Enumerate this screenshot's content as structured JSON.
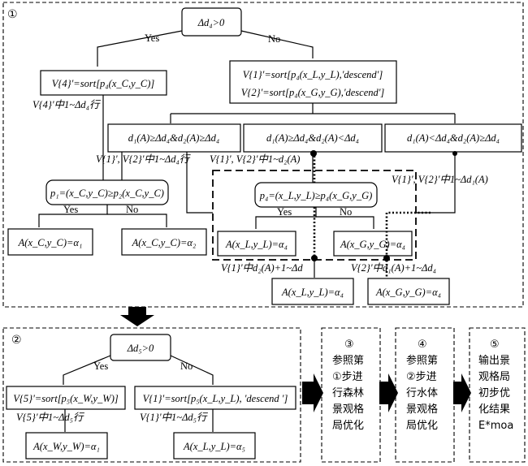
{
  "stage1": {
    "marker": "①",
    "cond_top": "Δd₄>0",
    "yes": "Yes",
    "no": "No",
    "v4_box": "V{4}'=sort[p₄(x_C,y_C)]",
    "v4_note": "V{4}'中1~Δd₄行",
    "desc_box_line1": "V{1}'=sort[p₄(x_L,y_L),'descend']",
    "desc_box_line2": "V{2}'=sort[p₄(x_G,y_G),'descend']",
    "cond_a": "d₁(A)≥Δd₄&d₂(A)≥Δd₄",
    "cond_b": "d₁(A)≥Δd₄&d₂(A)<Δd₄",
    "cond_c": "d₁(A)<Δd₄&d₂(A)≥Δd₄",
    "note_v12_a": "V{1}', V{2}'中1~Δd₄行",
    "note_v12_b": "V{1}', V{2}'中1~d₂(A)",
    "note_v2_c": "V{1}', V{2}'中1~Δd₁(A)",
    "p1_cond": "p₁=(x_C,y_C)≥p₂(x_C,y_C)",
    "p4_cond": "p₄=(x_L,y_L)≥p₄(x_G,y_G)",
    "yes2": "Yes",
    "no2": "No",
    "yes3": "Yes",
    "no3": "No",
    "a_alpha1": "A(x_C,y_C)=α₁",
    "a_alpha2": "A(x_C,y_C)=α₂",
    "a_l_alpha4": "A(x_L,y_L)=α₄",
    "a_g_alpha4": "A(x_G,y_G)=α₄",
    "note_v1_d2": "V{1}'中d₂(A)+1~Δd",
    "note_v2_d1": "V{2}'中d₁(A)+1~Δd₄",
    "a_l_alpha4_b": "A(x_L,y_L)=α₄",
    "a_g_alpha4_b": "A(x_G,y_G)=α₄"
  },
  "stage2": {
    "marker": "②",
    "cond": "Δd₅>0",
    "yes": "Yes",
    "no": "No",
    "v5_box": "V{5}'=sort[p₅(x_W,y_W)]",
    "v1_box": "V{1}'=sort[p₅(x_L,y_L), 'descend ']",
    "v5_note": "V{5}'中1~Δd₅行",
    "v1_note": "V{1}'中1~Δd₅行",
    "a_w": "A(x_W,y_W)=α₁",
    "a_l5": "A(x_L,y_L)=α₅"
  },
  "stage3": {
    "marker": "③",
    "lines": [
      "参照第",
      "①步进",
      "行森林",
      "景观格",
      "局优化"
    ]
  },
  "stage4": {
    "marker": "④",
    "lines": [
      "参照第",
      "②步进",
      "行水体",
      "景观格",
      "局优化"
    ]
  },
  "stage5": {
    "marker": "⑤",
    "lines": [
      "输出景",
      "观格局",
      "初步优",
      "化结果",
      "E*moa"
    ]
  }
}
